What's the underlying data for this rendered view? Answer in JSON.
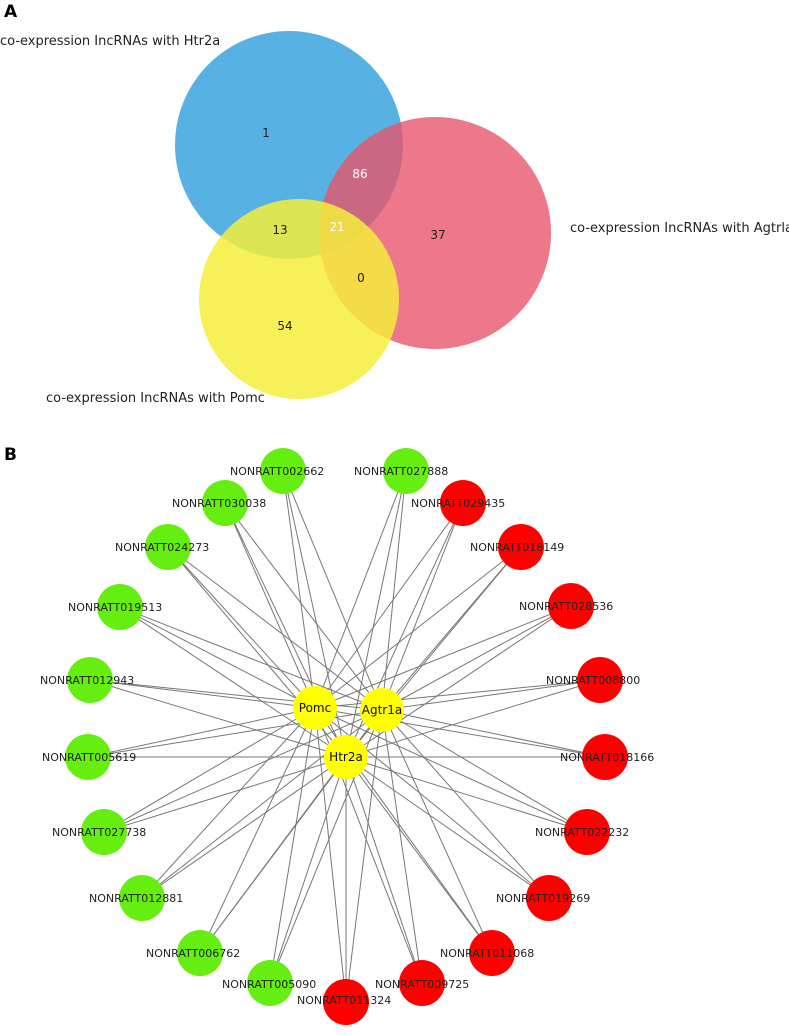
{
  "panel_a": {
    "letter": "A",
    "sets": {
      "htr2a": {
        "label": "co-expression IncRNAs with Htr2a",
        "color": "#3aa3dd"
      },
      "agtrla": {
        "label": "co-expression IncRNAs with Agtrla",
        "color": "#e8566b"
      },
      "pomc": {
        "label": "co-expression IncRNAs with Pomc",
        "color": "#f5ee3c"
      }
    },
    "regions": {
      "htr2a_only": "1",
      "htr2a_agtrla": "86",
      "htr2a_pomc": "13",
      "all_three": "21",
      "agtrla_only": "37",
      "agtrla_pomc": "0",
      "pomc_only": "54"
    }
  },
  "panel_b": {
    "letter": "B",
    "hubs": [
      {
        "id": "pomc",
        "label": "Pomc"
      },
      {
        "id": "agtr1a",
        "label": "Agtr1a"
      },
      {
        "id": "htr2a",
        "label": "Htr2a"
      }
    ],
    "colors": {
      "hub": "#ffff00",
      "down": "#66ee11",
      "up": "#ff0000",
      "edge": "#777777"
    },
    "green_nodes": [
      {
        "id": "g1",
        "label": "NONRATT002662"
      },
      {
        "id": "g2",
        "label": "NONRATT030038"
      },
      {
        "id": "g3",
        "label": "NONRATT024273"
      },
      {
        "id": "g4",
        "label": "NONRATT019513"
      },
      {
        "id": "g5",
        "label": "NONRATT012943"
      },
      {
        "id": "g6",
        "label": "NONRATT005619"
      },
      {
        "id": "g7",
        "label": "NONRATT027738"
      },
      {
        "id": "g8",
        "label": "NONRATT012881"
      },
      {
        "id": "g9",
        "label": "NONRATT006762"
      },
      {
        "id": "g10",
        "label": "NONRATT005090"
      },
      {
        "id": "g11",
        "label": "NONRATT027888"
      }
    ],
    "red_nodes": [
      {
        "id": "r1",
        "label": "NONRATT029435"
      },
      {
        "id": "r2",
        "label": "NONRATT018149"
      },
      {
        "id": "r3",
        "label": "NONRATT028536"
      },
      {
        "id": "r4",
        "label": "NONRATT008800"
      },
      {
        "id": "r5",
        "label": "NONRATT018166"
      },
      {
        "id": "r6",
        "label": "NONRATT022232"
      },
      {
        "id": "r7",
        "label": "NONRATT019269"
      },
      {
        "id": "r8",
        "label": "NONRATT011068"
      },
      {
        "id": "r9",
        "label": "NONRATT009725"
      },
      {
        "id": "r10",
        "label": "NONRATT011324"
      }
    ]
  }
}
